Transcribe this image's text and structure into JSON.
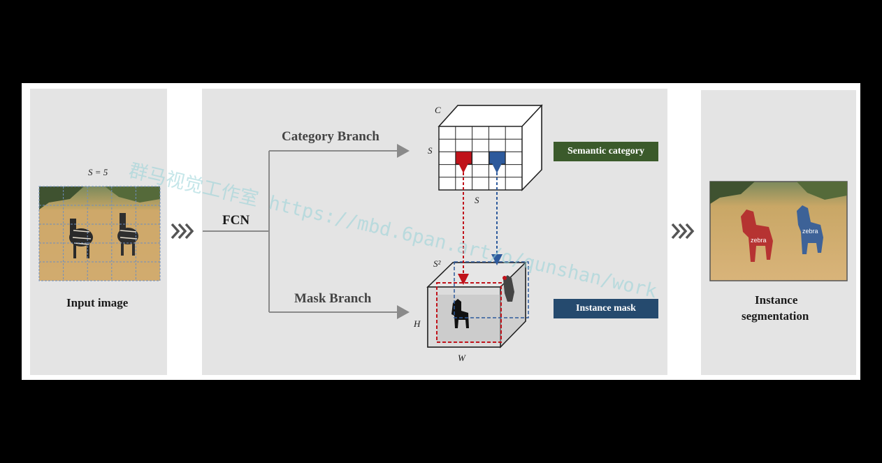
{
  "input": {
    "grid_label": "S = 5",
    "caption": "Input image"
  },
  "center": {
    "fcn_label": "FCN",
    "category_branch": "Category Branch",
    "mask_branch": "Mask Branch",
    "cube_top_labels": {
      "c": "C",
      "s_left": "S",
      "s_bottom": "S"
    },
    "cube_bottom_labels": {
      "s2": "S²",
      "h": "H",
      "w": "W"
    },
    "semantic_badge": "Semantic category",
    "instance_badge": "Instance mask"
  },
  "output": {
    "caption_line1": "Instance",
    "caption_line2": "segmentation",
    "label_left": "zebra",
    "label_right": "zebra"
  },
  "colors": {
    "semantic_green": "#3b5a2b",
    "instance_navy": "#254a6e",
    "red_cell": "#c0121a",
    "blue_cell": "#2d5a9c",
    "panel_gray": "#e4e4e4"
  },
  "watermark": "群马视觉工作室 https://mbd.6pan.art/o/qunshan/work"
}
